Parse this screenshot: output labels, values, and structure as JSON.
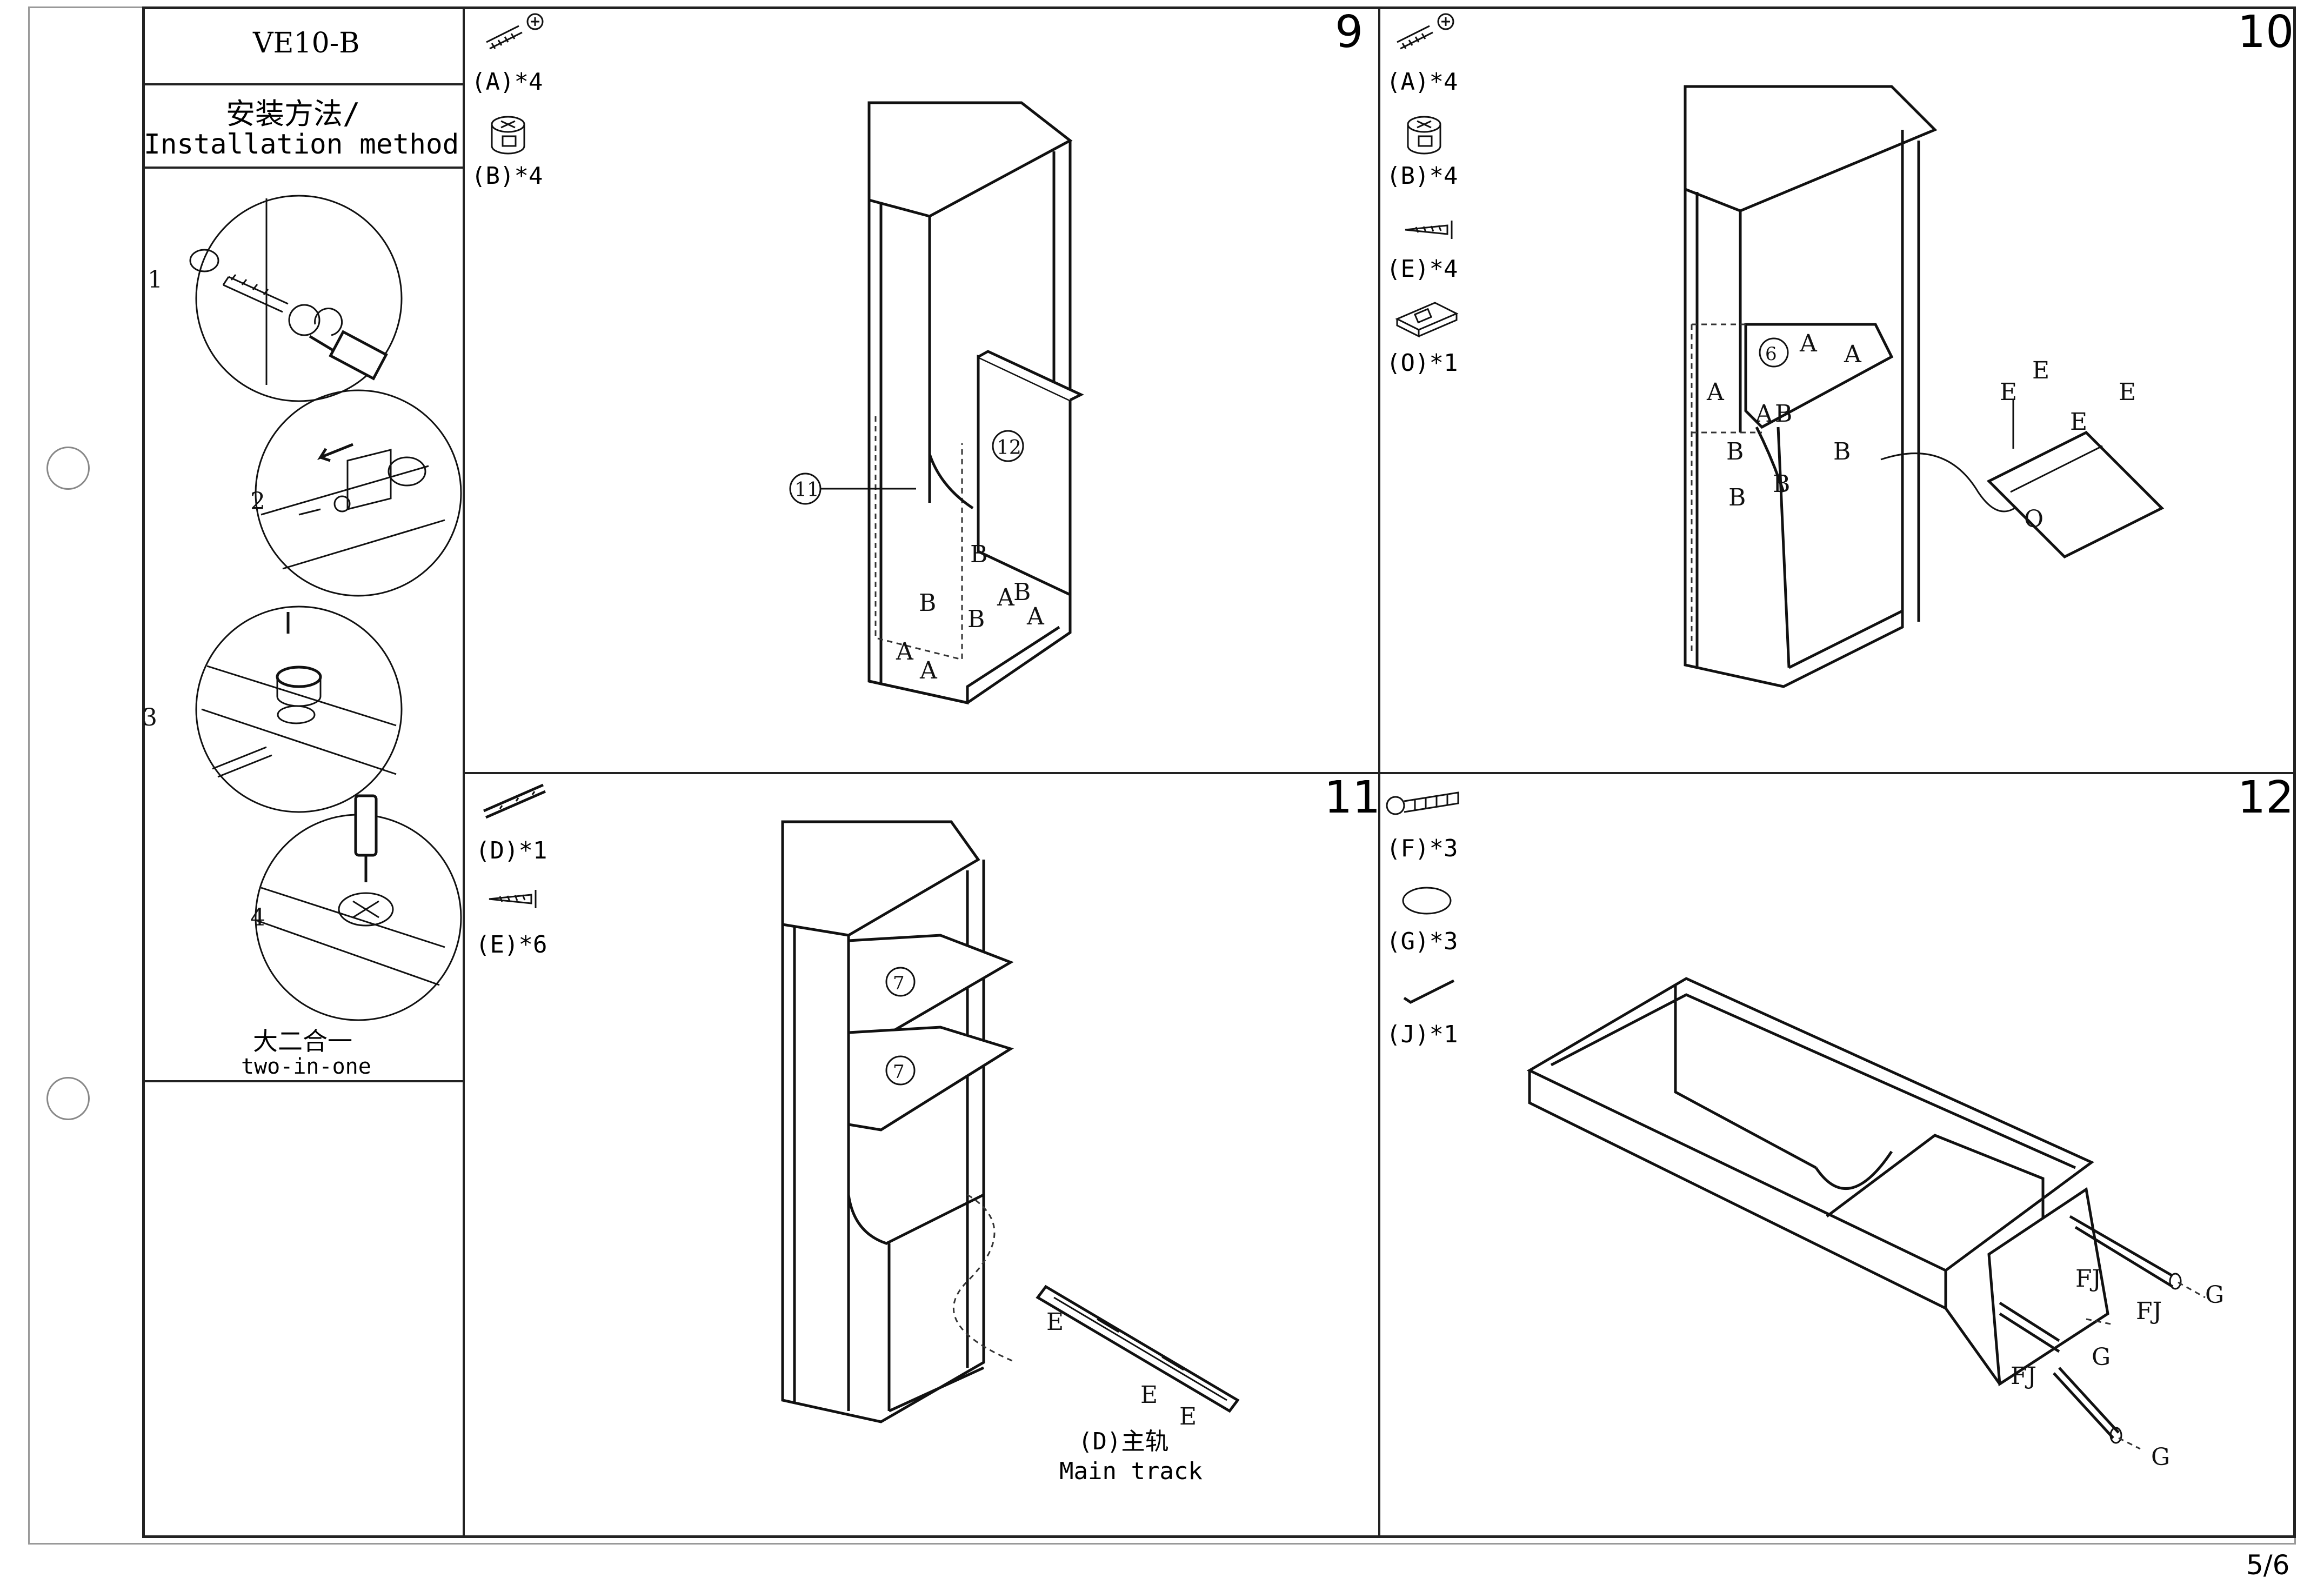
{
  "header": {
    "model": "VE10-B",
    "title_cn": "安装方法/",
    "title_en": "Installation method",
    "combo_cn": "大二合一",
    "combo_en": "two-in-one"
  },
  "steps": [
    {
      "number": "9",
      "parts": [
        "(A)*4",
        "(B)*4"
      ]
    },
    {
      "number": "10",
      "parts": [
        "(A)*4",
        "(B)*4",
        "(E)*4",
        "(O)*1"
      ]
    },
    {
      "number": "11",
      "parts": [
        "(D)*1",
        "(E)*6"
      ],
      "caption_cn": "(D)主轨",
      "caption_en": "Main track"
    },
    {
      "number": "12",
      "parts": [
        "(F)*3",
        "(G)*3",
        "(J)*1"
      ]
    }
  ],
  "panel_labels": {
    "p11": "11",
    "p12": "12",
    "p6": "6",
    "p7a": "7",
    "p7b": "7"
  },
  "letters": {
    "A": "A",
    "B": "B",
    "E": "E",
    "O": "O",
    "FJ": "FJ",
    "G": "G"
  },
  "method_step_numbers": [
    "1",
    "2",
    "3",
    "4"
  ],
  "page_number": "5/6",
  "icons": [
    "cam-bolt-icon",
    "cam-lock-icon",
    "screw-icon",
    "hinge-icon",
    "drawer-rail-icon",
    "long-bolt-icon",
    "felt-pad-icon",
    "allen-key-icon",
    "screwdriver-icon"
  ]
}
